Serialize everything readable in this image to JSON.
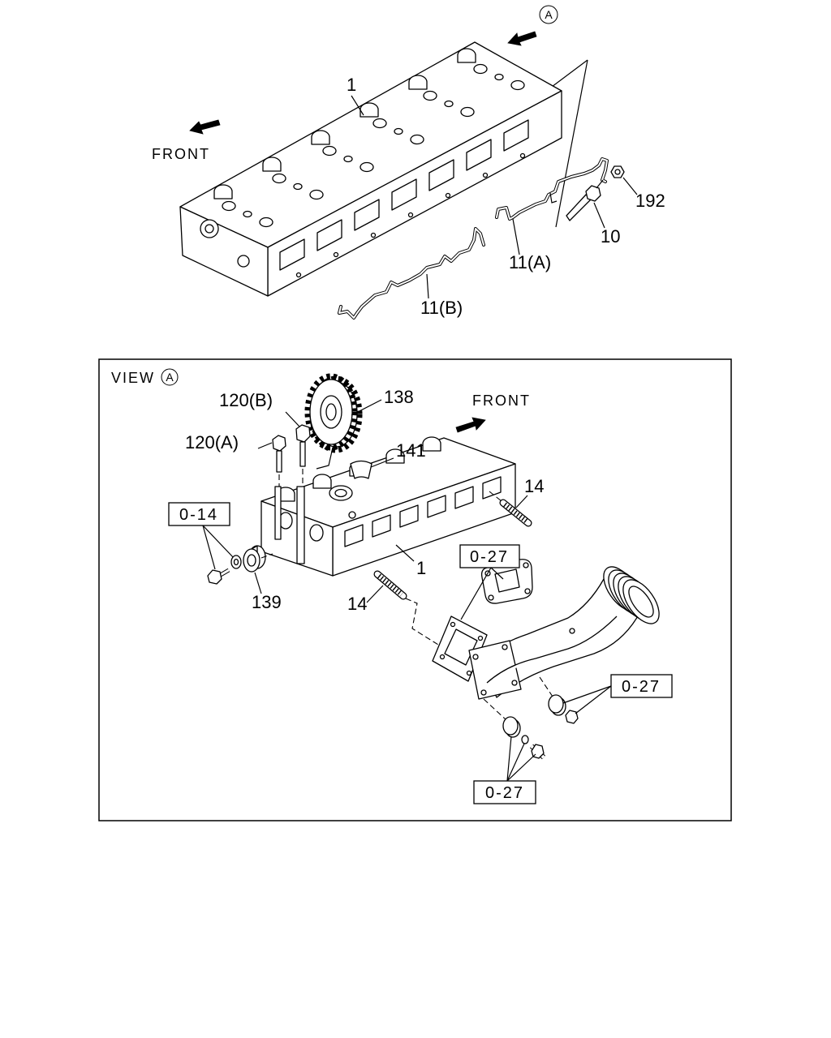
{
  "overview": {
    "view_marker": "A",
    "front_label": "FRONT",
    "callouts": {
      "c1": "1",
      "c192": "192",
      "c10": "10",
      "c11a": "11(A)",
      "c11b": "11(B)"
    }
  },
  "view_a": {
    "title": "VIEW",
    "title_marker": "A",
    "front_label": "FRONT",
    "callouts": {
      "c120b": "120(B)",
      "c138": "138",
      "c120a": "120(A)",
      "c141": "141",
      "c14_right": "14",
      "c14_left": "14",
      "c139": "139",
      "c1": "1"
    },
    "reference_boxes": {
      "r014": "0-14",
      "r027_gasket": "0-27",
      "r027_right": "0-27",
      "r027_bottom": "0-27"
    }
  }
}
